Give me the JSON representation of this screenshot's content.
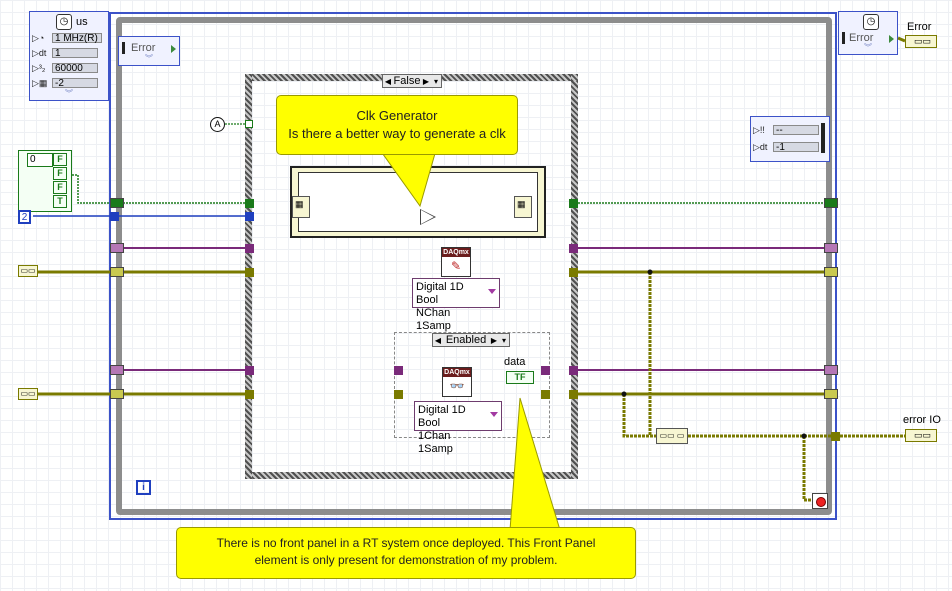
{
  "timing_input": {
    "unit": "us",
    "source": "1 MHz(R)",
    "dt": "1",
    "offset": "60000",
    "priority": "-2"
  },
  "left_error": "Error",
  "right_error": "Error",
  "error_label": "Error",
  "error_io_label": "error IO",
  "data_label": "data",
  "case_selector": "False",
  "diagram_disable": "Enabled",
  "bool_array_index": "0",
  "bool_values": [
    "F",
    "F",
    "F",
    "T"
  ],
  "const_2": "2",
  "callout_top": {
    "line1": "Clk Generator",
    "line2": "Is there a better way to generate a clk"
  },
  "callout_bottom": {
    "line1": "There is no front panel in a RT system once deployed. This Front Panel",
    "line2": "element is only present for demonstration of my problem."
  },
  "daq_write": {
    "header": "DAQmx",
    "line1": "Digital 1D Bool",
    "line2": "NChan 1Samp"
  },
  "daq_read": {
    "header": "DAQmx",
    "line1": "Digital 1D Bool",
    "line2": "1Chan 1Samp"
  },
  "output_node": {
    "value": "--",
    "dt": "-1"
  },
  "tf_indicator": "TF",
  "info_glyph": "i",
  "colors": {
    "boolean_wire": "#1a7a1a",
    "integer_wire": "#1f3fbf",
    "task_wire": "#7a2a7a",
    "error_wire": "#7a7a00",
    "loop_border": "#3c52c8",
    "callout": "#ffff00"
  }
}
